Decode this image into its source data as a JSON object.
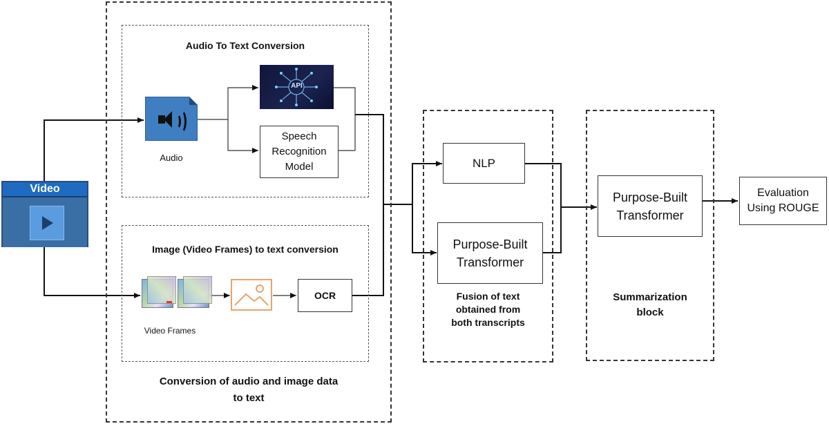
{
  "video": {
    "title": "Video"
  },
  "conversion": {
    "caption_line1": "Conversion of  audio and image data",
    "caption_line2": "to text",
    "audio_section": {
      "title": "Audio To Text Conversion",
      "audio_label": "Audio",
      "api_label": "API",
      "speech_model": [
        "Speech",
        "Recognition",
        "Model"
      ]
    },
    "image_section": {
      "title": "Image (Video Frames) to text conversion",
      "frames_label": "Video Frames",
      "ocr_label": "OCR"
    }
  },
  "fusion": {
    "nlp_label": "NLP",
    "transformer": [
      "Purpose-Built",
      "Transformer"
    ],
    "caption": [
      "Fusion of text",
      "obtained from",
      "both transcripts"
    ]
  },
  "summarization": {
    "transformer": [
      "Purpose-Built",
      "Transformer"
    ],
    "caption": [
      "Summarization",
      "block"
    ]
  },
  "evaluation": {
    "label": [
      "Evaluation",
      "Using ROUGE"
    ]
  },
  "colors": {
    "audio_icon": "#3f7fc1",
    "video_blue": "#1f6bc1",
    "image_icon": "#e9a36a",
    "api_bg": "#141a42"
  }
}
